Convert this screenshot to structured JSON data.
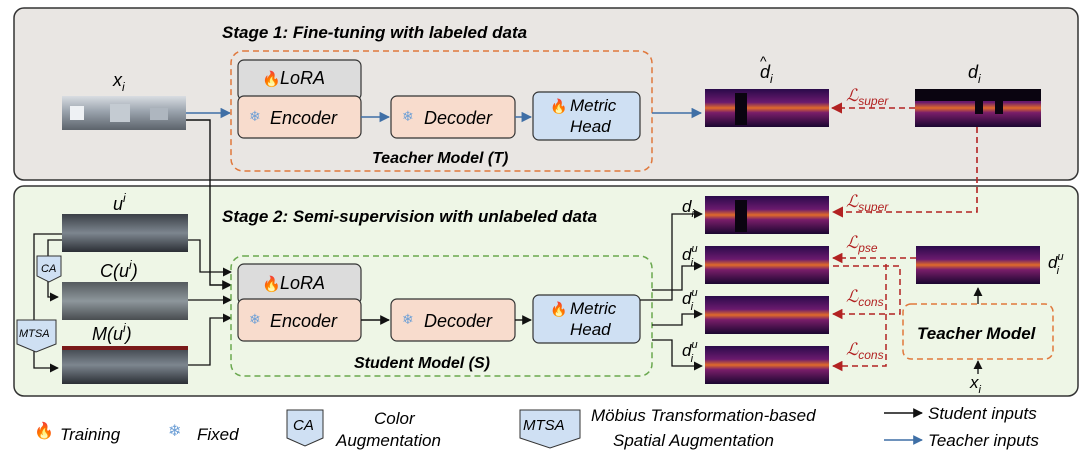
{
  "stage1": {
    "title": "Stage 1: Fine-tuning with labeled data"
  },
  "stage2": {
    "title": "Stage 2: Semi-supervision with unlabeled data"
  },
  "teacher": {
    "lora": "LoRA",
    "encoder": "Encoder",
    "decoder": "Decoder",
    "head_line1": "Metric",
    "head_line2": "Head",
    "name": "Teacher Model (T)"
  },
  "student": {
    "lora": "LoRA",
    "encoder": "Encoder",
    "decoder": "Decoder",
    "head_line1": "Metric",
    "head_line2": "Head",
    "name": "Student Model (S)"
  },
  "symbols": {
    "x_input": "x",
    "x_sub": "i",
    "d_hat": "d",
    "d_gt": "d",
    "d_sub": "i",
    "u": "u",
    "u_sup": "i",
    "cu": "C(u",
    "mu": "M(u",
    "loss_super": "super",
    "loss_pse": "pse",
    "loss_cons": "cons",
    "u_sup_small": "u"
  },
  "augment": {
    "ca": "CA",
    "mtsa": "MTSA"
  },
  "teacher_block": {
    "label": "Teacher Model",
    "input": "x",
    "input_sub": "i"
  },
  "legend": {
    "training": "Training",
    "fixed": "Fixed",
    "ca_badge": "CA",
    "ca_line1": "Color",
    "ca_line2": "Augmentation",
    "mtsa_badge": "MTSA",
    "mtsa_line1": "Möbius Transformation-based",
    "mtsa_line2": "Spatial Augmentation",
    "student_inputs": "Student inputs",
    "teacher_inputs": "Teacher inputs"
  },
  "colors": {
    "stage1_bg": "#e9e6e3",
    "stage2_bg": "#eef6e6",
    "box_peach": "#f8dccd",
    "box_blue": "#cfe0f3",
    "box_gray": "#dcdcdc",
    "teacher_dash": "#e0783c",
    "student_dash": "#6aa84f",
    "loss_red": "#b22222",
    "teacher_arrow": "#3f6fa6",
    "student_arrow": "#111111"
  }
}
